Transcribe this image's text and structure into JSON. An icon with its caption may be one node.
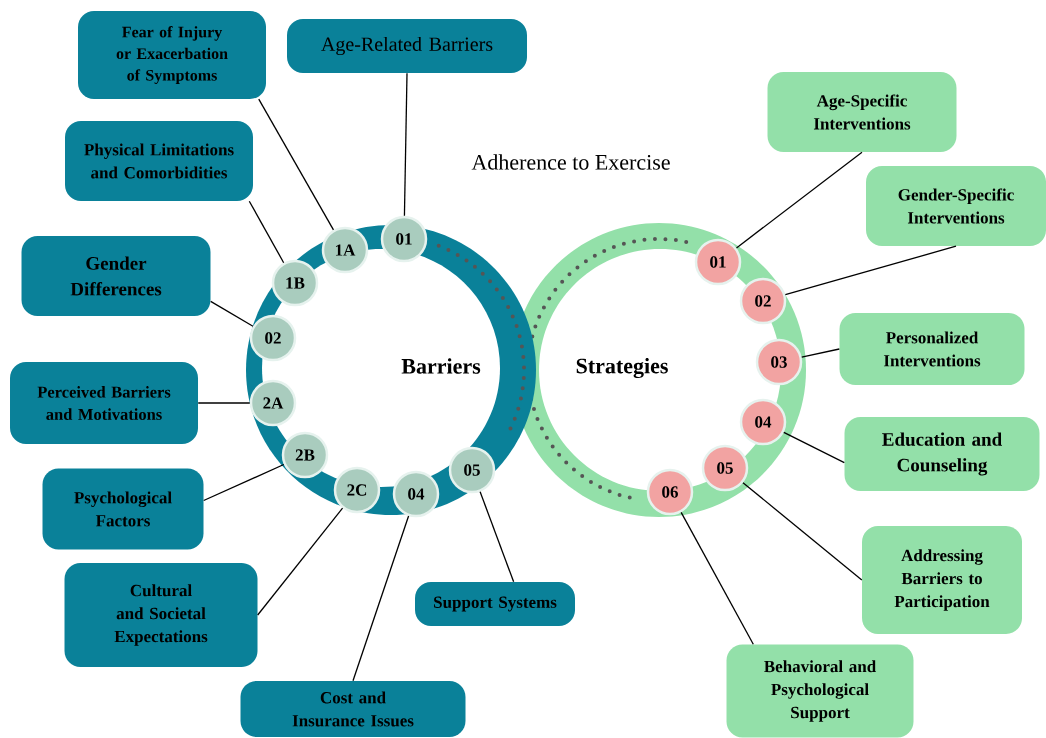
{
  "diagram": {
    "title": "Adherence to Exercise",
    "nodes": [
      {
        "text": [
          "Barriers"
        ]
      },
      {
        "text": [
          "Strategies"
        ]
      },
      {
        "text": [
          "01"
        ],
        "in": 0
      },
      {
        "text": [
          "1A"
        ],
        "in": 0
      },
      {
        "text": [
          "1B"
        ],
        "in": 0
      },
      {
        "text": [
          "02"
        ],
        "in": 0
      },
      {
        "text": [
          "2A"
        ],
        "in": 0
      },
      {
        "text": [
          "2B"
        ],
        "in": 0
      },
      {
        "text": [
          "2C"
        ],
        "in": 0
      },
      {
        "text": [
          "04"
        ],
        "in": 0
      },
      {
        "text": [
          "05"
        ],
        "in": 0
      },
      {
        "text": [
          "01"
        ],
        "in": 1
      },
      {
        "text": [
          "02"
        ],
        "in": 1
      },
      {
        "text": [
          "03"
        ],
        "in": 1
      },
      {
        "text": [
          "04"
        ],
        "in": 1
      },
      {
        "text": [
          "05"
        ],
        "in": 1
      },
      {
        "text": [
          "06"
        ],
        "in": 1
      },
      {
        "text": [
          "Age-Related Barriers"
        ]
      },
      {
        "text": [
          "Fear of Injury or Exacerbation of Symptoms"
        ]
      },
      {
        "text": [
          "Physical Limitations and Comorbidities"
        ]
      },
      {
        "text": [
          "Gender Differences"
        ]
      },
      {
        "text": [
          "Perceived Barriers and Motivations"
        ]
      },
      {
        "text": [
          "Psychological Factors"
        ]
      },
      {
        "text": [
          "Cultural and Societal Expectations"
        ]
      },
      {
        "text": [
          "Cost and Insurance Issues"
        ]
      },
      {
        "text": [
          "Support Systems"
        ]
      },
      {
        "text": [
          "Age-Specific Interventions"
        ]
      },
      {
        "text": [
          "Gender-Specific Interventions"
        ]
      },
      {
        "text": [
          "Personalized Interventions"
        ]
      },
      {
        "text": [
          "Education and Counseling"
        ]
      },
      {
        "text": [
          "Addressing Barriers to Participation"
        ]
      },
      {
        "text": [
          "Behavioral and Psychological Support"
        ]
      }
    ],
    "edges": [
      {
        "from": 17,
        "to": 2,
        "arrow": "none"
      },
      {
        "from": 18,
        "to": 3,
        "arrow": "none"
      },
      {
        "from": 19,
        "to": 4,
        "arrow": "none"
      },
      {
        "from": 20,
        "to": 5,
        "arrow": "none"
      },
      {
        "from": 21,
        "to": 6,
        "arrow": "none"
      },
      {
        "from": 22,
        "to": 7,
        "arrow": "none"
      },
      {
        "from": 23,
        "to": 8,
        "arrow": "none"
      },
      {
        "from": 24,
        "to": 9,
        "arrow": "none"
      },
      {
        "from": 25,
        "to": 10,
        "arrow": "none"
      },
      {
        "from": 26,
        "to": 11,
        "arrow": "none"
      },
      {
        "from": 27,
        "to": 12,
        "arrow": "none"
      },
      {
        "from": 28,
        "to": 13,
        "arrow": "none"
      },
      {
        "from": 29,
        "to": 14,
        "arrow": "none"
      },
      {
        "from": 30,
        "to": 15,
        "arrow": "none"
      },
      {
        "from": 31,
        "to": 16,
        "arrow": "none"
      }
    ]
  }
}
